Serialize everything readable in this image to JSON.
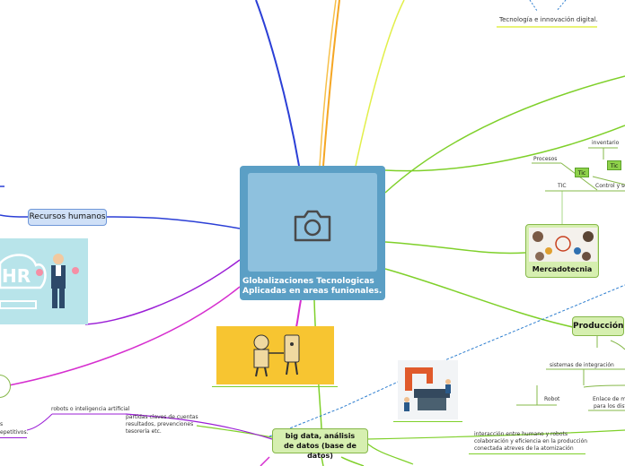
{
  "central": {
    "title": "Globalizaciones Tecnologicas Aplicadas en areas funionales.",
    "icon": "camera-icon"
  },
  "tech_label": "Tecnología e innovación digital.",
  "recursos_humanos": "Recursos humanos",
  "hr_image_text": "HR",
  "mercadotecnia": {
    "label": "Mercadotecnia",
    "procesos": "Procesos",
    "inventario": "inventario",
    "tic": "TIC",
    "tic_badge_1": "Tic",
    "tic_badge_2": "Tic",
    "control": "Control y se"
  },
  "produccion": {
    "label": "Producción",
    "integracion": "sistemas de integración",
    "robot": "Robot",
    "enlace": "Enlace de ma",
    "enlace2": "para los dist",
    "interaccion": [
      "interacción entre humano y robots",
      "colaboración y eficiencia en la producción",
      "conectada atreves de la atomización"
    ]
  },
  "big_data": {
    "label_line1": "big data, análisis",
    "label_line2": "de datos (base de datos)",
    "partidas": [
      "partidas claves de cuentas",
      "resultados, prevenciones",
      "tesorería etc."
    ],
    "robots_ia": "robots o inteligencia artificial",
    "left_snip": [
      "s",
      "epetitivos."
    ]
  },
  "colors": {
    "central": "#5b9fc5",
    "green": "#86b84a",
    "blue": "#6f97d8",
    "purple": "#9b1fd6",
    "magenta": "#d62fcf"
  }
}
